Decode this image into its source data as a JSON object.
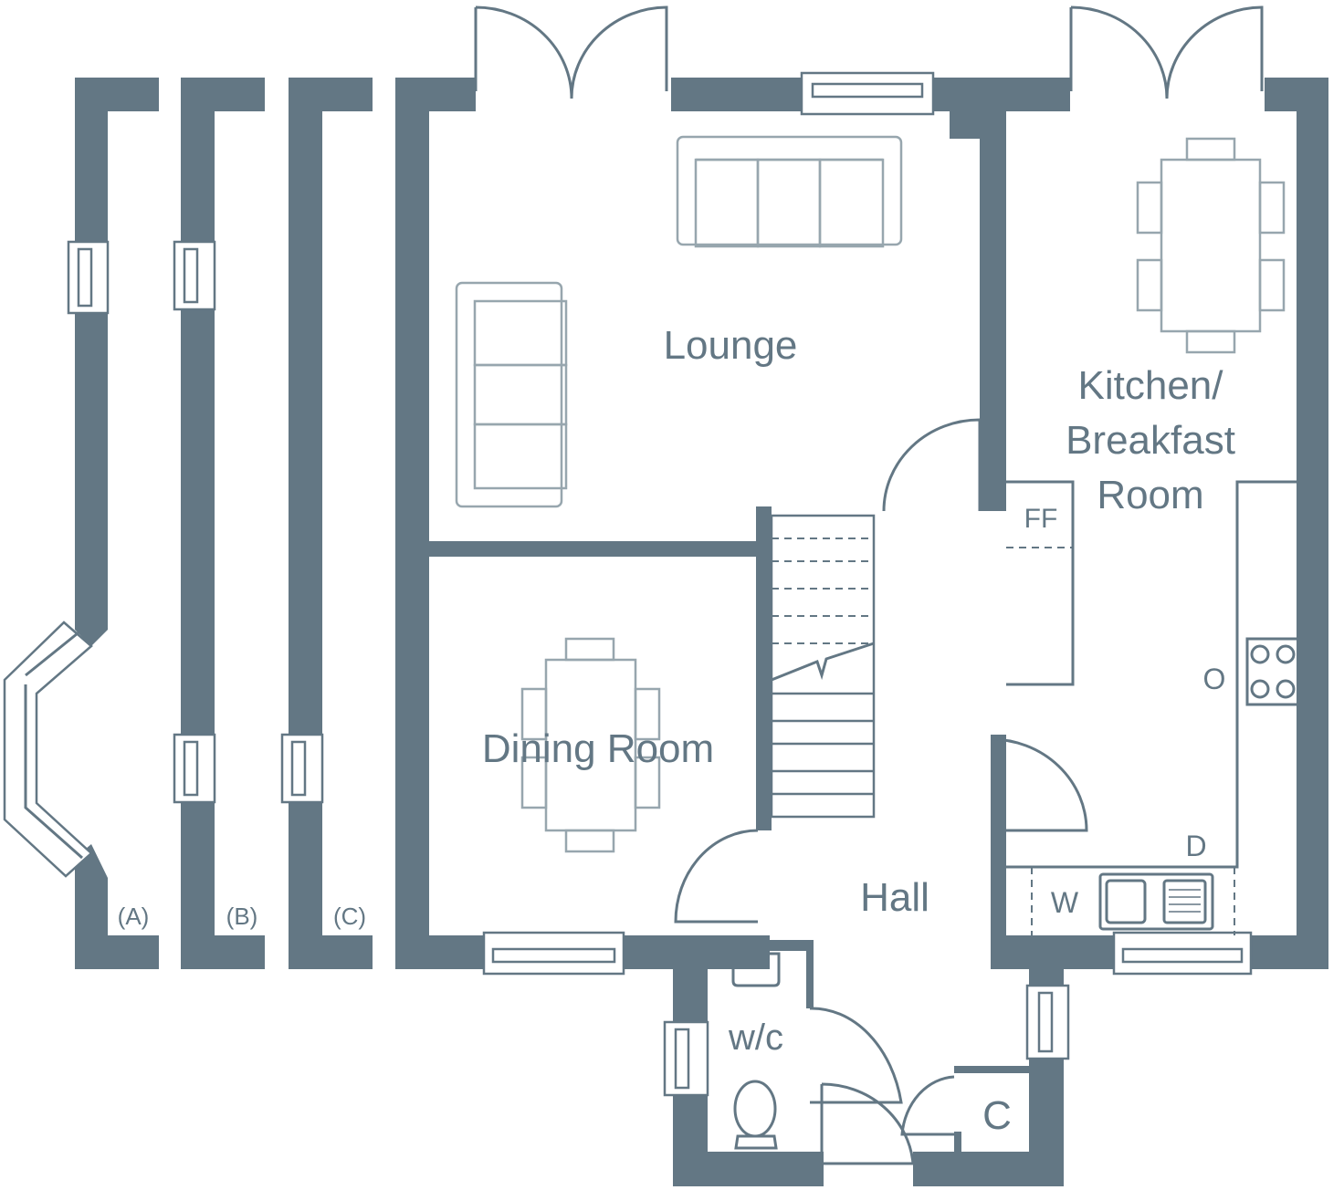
{
  "rooms": {
    "lounge": "Lounge",
    "kitchen_line1": "Kitchen/",
    "kitchen_line2": "Breakfast",
    "kitchen_line3": "Room",
    "dining": "Dining Room",
    "hall": "Hall",
    "wc": "w/c",
    "cupboard": "C"
  },
  "fixtures": {
    "fridge_freezer": "FF",
    "oven": "O",
    "washer": "W",
    "dishwasher": "D"
  },
  "bay_options": [
    "(A)",
    "(B)",
    "(C)"
  ],
  "colors": {
    "wall": "#637784",
    "furniture": "#97a6ae"
  }
}
